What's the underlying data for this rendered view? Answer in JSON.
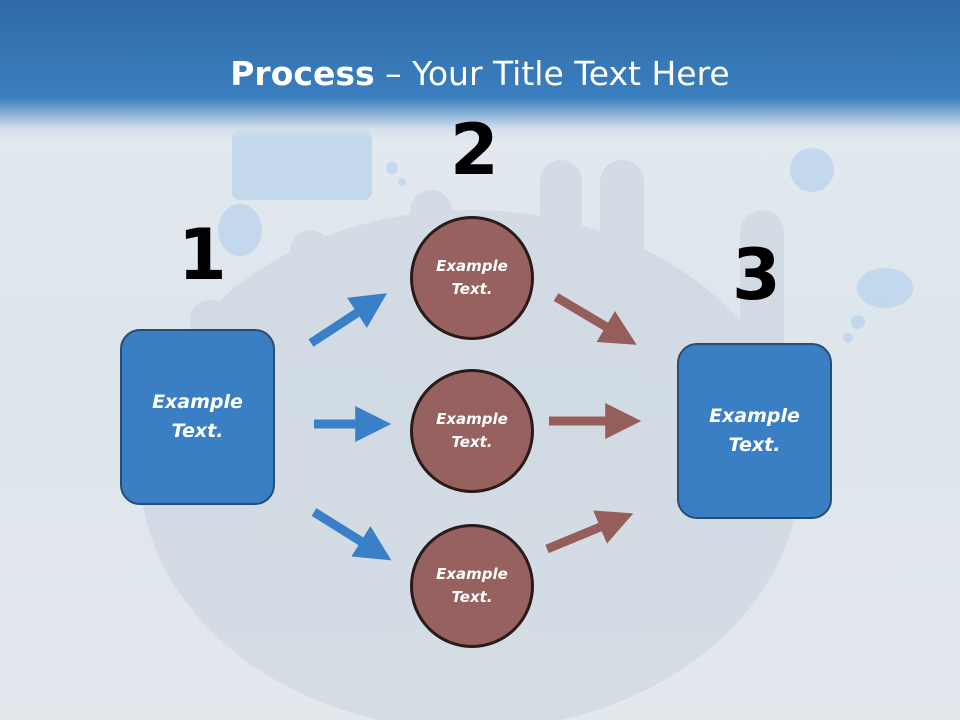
{
  "slide": {
    "title_bold": "Process",
    "title_rest": " – Your Title Text Here"
  },
  "steps": {
    "n1": "1",
    "n2": "2",
    "n3": "3"
  },
  "nodes": {
    "left_box": "Example\nText.",
    "circle_top": "Example\nText.",
    "circle_mid": "Example\nText.",
    "circle_bot": "Example\nText.",
    "right_box": "Example\nText."
  },
  "colors": {
    "header_blue": "#3b7fbf",
    "box_blue": "#3a7fc3",
    "circle_brown": "#96615f",
    "arrow_blue": "#3a80c9",
    "arrow_brown": "#965e5b"
  }
}
